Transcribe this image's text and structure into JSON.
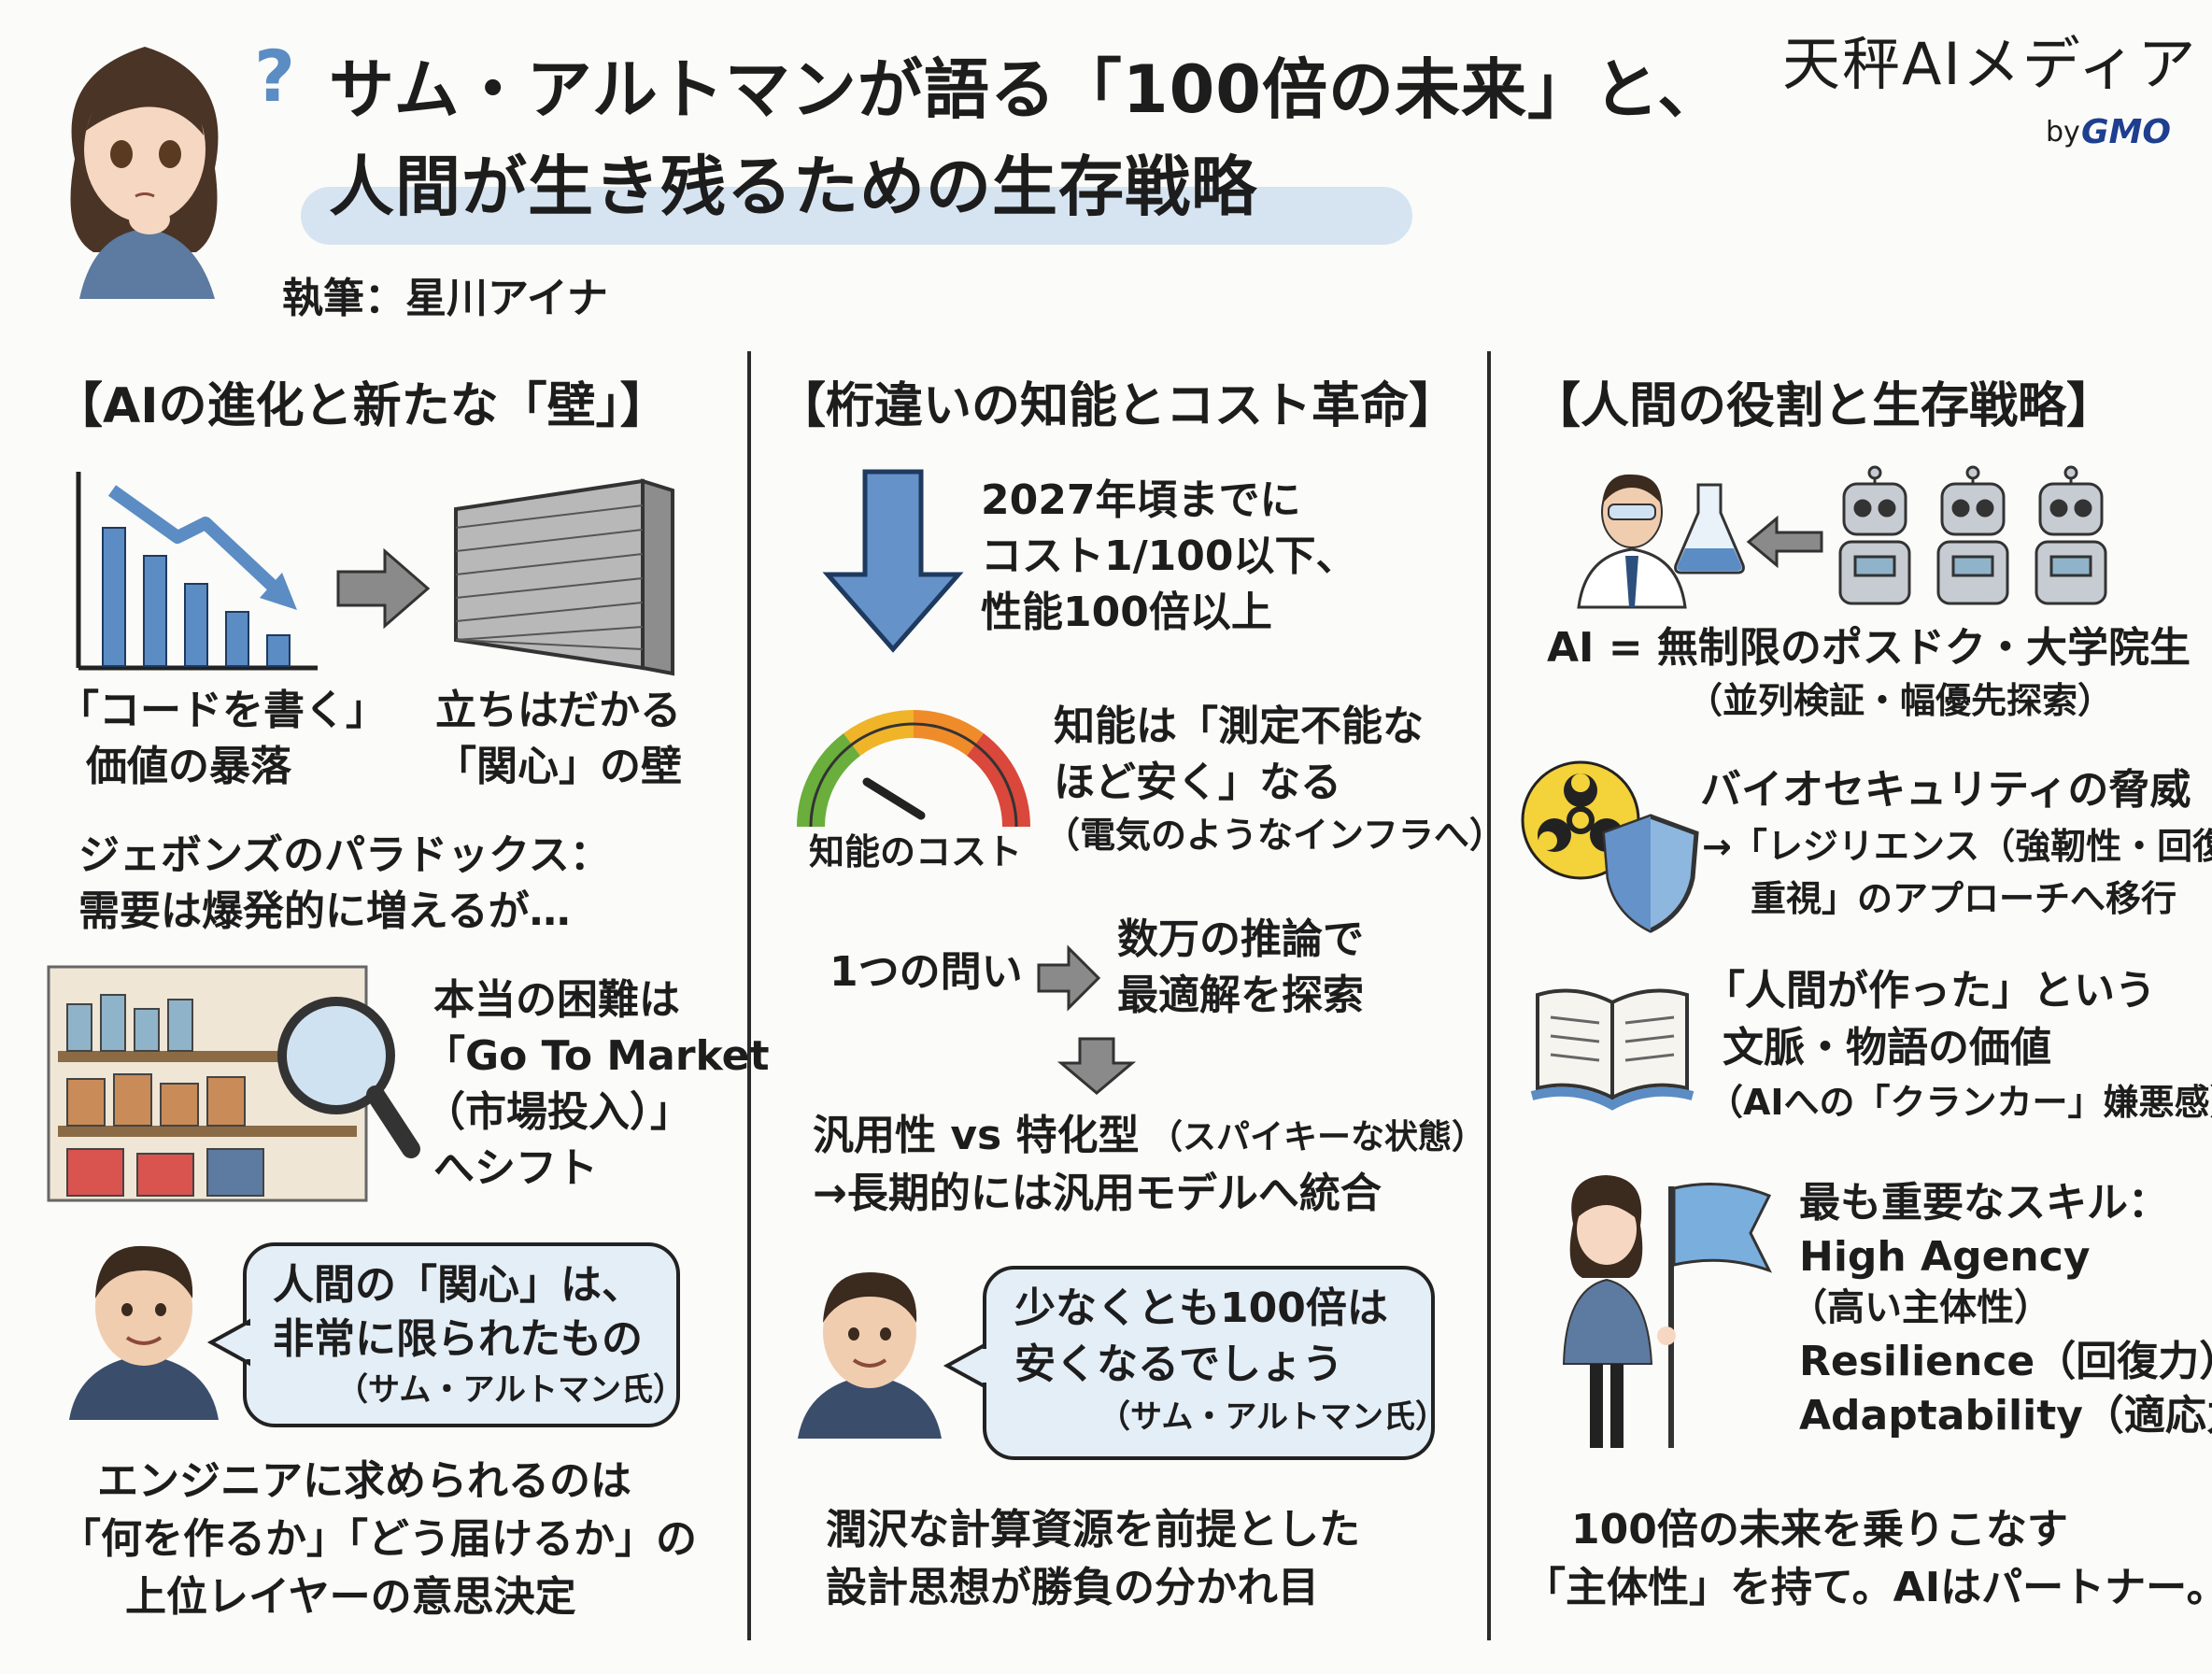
{
  "header": {
    "question_mark": "?",
    "title_line1": "サム・アルトマンが語る「100倍の未来」と、",
    "title_line2": "人間が生き残るための生存戦略",
    "author": "執筆：星川アイナ",
    "logo": "天秤AIメディア",
    "logo_by": "by",
    "logo_brand": "GMO"
  },
  "col1": {
    "heading": "【AIの進化と新たな「壁」】",
    "code_l1": "「コードを書く」",
    "code_l2": "価値の暴落",
    "wall_l1": "立ちはだかる",
    "wall_l2": "「関心」の壁",
    "jevons_l1": "ジェボンズのパラドックス：",
    "jevons_l2": "需要は爆発的に増えるが…",
    "gtm_l1": "本当の困難は",
    "gtm_l2": "「Go To Market",
    "gtm_l3": "（市場投入）」",
    "gtm_l4": "へシフト",
    "bubble_l1": "人間の「関心」は、",
    "bubble_l2": "非常に限られたもの",
    "bubble_src": "（サム・アルトマン氏）",
    "footer_l1": "エンジニアに求められるのは",
    "footer_l2": "「何を作るか」「どう届けるか」の",
    "footer_l3": "上位レイヤーの意思決定"
  },
  "col2": {
    "heading": "【桁違いの知能とコスト革命】",
    "cost_l1": "2027年頃までに",
    "cost_l2": "コスト1/100以下、",
    "cost_l3": "性能100倍以上",
    "gauge_label": "知能のコスト",
    "intel_l1": "知能は「測定不能な",
    "intel_l2": "ほど安く」なる",
    "intel_l3": "（電気のようなインフラへ）",
    "q_label": "1つの問い",
    "inf_l1": "数万の推論で",
    "inf_l2": "最適解を探索",
    "gen_main": "汎用性 vs 特化型",
    "gen_sub": "（スパイキーな状態）",
    "gen_l2": "→長期的には汎用モデルへ統合",
    "bubble_l1": "少なくとも100倍は",
    "bubble_l2": "安くなるでしょう",
    "bubble_src": "（サム・アルトマン氏）",
    "footer_l1": "潤沢な計算資源を前提とした",
    "footer_l2": "設計思想が勝負の分かれ目"
  },
  "col3": {
    "heading": "【人間の役割と生存戦略】",
    "ai_l1": "AI = 無制限のポスドク・大学院生",
    "ai_l2": "（並列検証・幅優先探索）",
    "bio_l1": "バイオセキュリティの脅威",
    "bio_l2": "→「レジリエンス（強靭性・回復力）",
    "bio_l3": "重視」のアプローチへ移行",
    "story_l1": "「人間が作った」という",
    "story_l2": "文脈・物語の価値",
    "story_l3": "（AIへの「クランカー」嫌悪感）",
    "skill_l1": "最も重要なスキル：",
    "skill_l2": "High Agency",
    "skill_l3": "（高い主体性）",
    "skill_l4": "Resilience（回復力）",
    "skill_l5": "Adaptability（適応力）",
    "footer_l1": "100倍の未来を乗りこなす",
    "footer_l2": "「主体性」を持て。AIはパートナー。"
  },
  "colors": {
    "accent_blue": "#5b8cc4",
    "highlight": "#d6e4f1",
    "bubble": "#e4eef7",
    "gauge_red": "#d9483b",
    "gauge_yellow": "#f0b429",
    "gauge_green": "#6aae3c"
  },
  "icons": [
    "thinking-woman-icon",
    "declining-chart-icon",
    "arrow-right-icon",
    "brick-wall-icon",
    "market-shelf-icon",
    "magnifier-icon",
    "man-avatar-icon",
    "down-arrow-icon",
    "gauge-icon",
    "scientist-icon",
    "flask-icon",
    "robot-icon",
    "biohazard-icon",
    "shield-icon",
    "open-book-icon",
    "woman-flag-icon"
  ]
}
